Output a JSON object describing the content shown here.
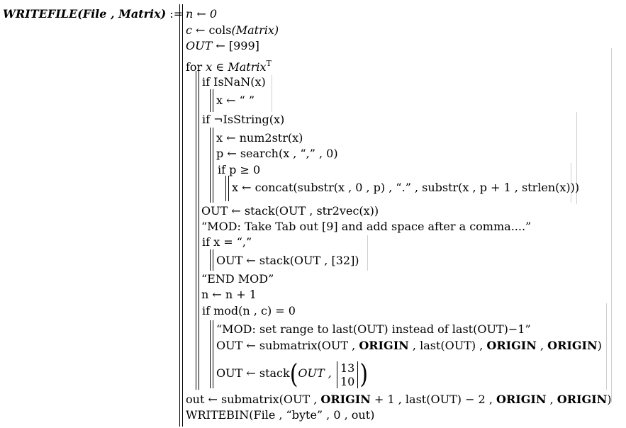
{
  "def": {
    "name": "WRITEFILE",
    "args": "(File , Matrix)",
    "assign": ":="
  },
  "lines": {
    "l1": "n ← 0",
    "l2_lhs": "c",
    "l2_fn": "cols",
    "l2_arg": "(Matrix)",
    "l3_lhs": "OUT",
    "l3_val": "[999]",
    "l4_for": "for",
    "l4_var": "x",
    "l4_in": "∈",
    "l4_mat": "Matrix",
    "l4_sup": "T",
    "l5": "if IsNaN(x)",
    "l6": "x ← “ ”",
    "l7": "if ¬IsString(x)",
    "l8": "x ← num2str(x)",
    "l9": "p ← search(x , “,” , 0)",
    "l10": "if p ≥ 0",
    "l11": "x ← concat(substr(x , 0 , p) , “.” , substr(x , p + 1 , strlen(x)))",
    "l12": "OUT ← stack(OUT , str2vec(x))",
    "l13": "“MOD: Take Tab out [9] and add space after a comma....”",
    "l14": "if x = “,”",
    "l15": "OUT ← stack(OUT , [32])",
    "l16": "“END MOD”",
    "l17": "n ← n + 1",
    "l18": "if mod(n , c) = 0",
    "l19": "“MOD: set range to last(OUT) instead of last(OUT)−1”",
    "l20_a": "OUT ← submatrix(OUT , ",
    "l20_b": "ORIGIN",
    "l20_c": " , last(OUT) , ",
    "l20_d": "ORIGIN",
    "l20_e": " , ",
    "l20_f": "ORIGIN",
    "l20_g": ")",
    "l21_a": "OUT ← stack",
    "l21_b": "OUT ,",
    "l21_v1": "13",
    "l21_v2": "10",
    "l22_a": "out ← submatrix(OUT , ",
    "l22_b": "ORIGIN",
    "l22_c": " + 1 , last(OUT) − 2 , ",
    "l22_d": "ORIGIN",
    "l22_e": " , ",
    "l22_f": "ORIGIN",
    "l22_g": ")",
    "l23": "WRITEBIN(File , “byte” , 0 , out)"
  }
}
